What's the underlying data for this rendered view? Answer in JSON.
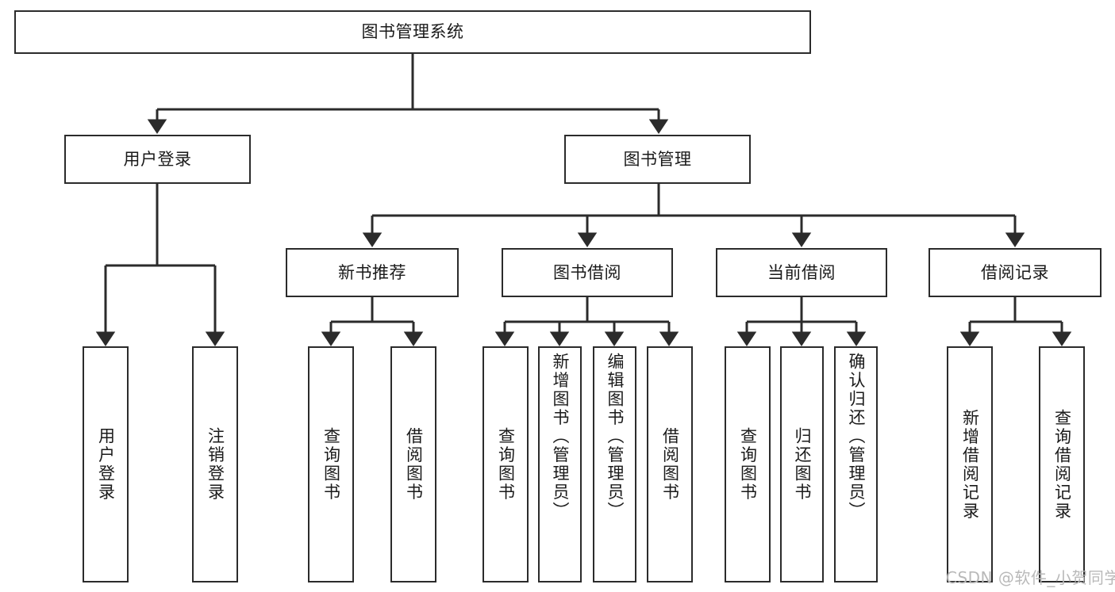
{
  "diagram": {
    "title": "图书管理系统",
    "type": "hierarchy-tree",
    "line_color": "#2b2b2b",
    "box_fill": "#ffffff",
    "text_color": "#1a1a1a",
    "watermark": "CSDN @软件_小贺同学"
  },
  "root": {
    "label": "图书管理系统"
  },
  "level2": [
    {
      "label": "用户登录"
    },
    {
      "label": "图书管理"
    }
  ],
  "level3": [
    {
      "label": "新书推荐"
    },
    {
      "label": "图书借阅"
    },
    {
      "label": "当前借阅"
    },
    {
      "label": "借阅记录"
    }
  ],
  "leaves": {
    "user_login": [
      {
        "label": "用户登录"
      },
      {
        "label": "注销登录"
      }
    ],
    "new_book_recommend": [
      {
        "label": "查询图书"
      },
      {
        "label": "借阅图书"
      }
    ],
    "book_borrow": [
      {
        "label": "查询图书"
      },
      {
        "label": "新增图书（管理员）"
      },
      {
        "label": "编辑图书（管理员）"
      },
      {
        "label": "借阅图书"
      }
    ],
    "current_borrow": [
      {
        "label": "查询图书"
      },
      {
        "label": "归还图书"
      },
      {
        "label": "确认归还（管理员）"
      }
    ],
    "borrow_record": [
      {
        "label": "新增借阅记录"
      },
      {
        "label": "查询借阅记录"
      }
    ]
  }
}
